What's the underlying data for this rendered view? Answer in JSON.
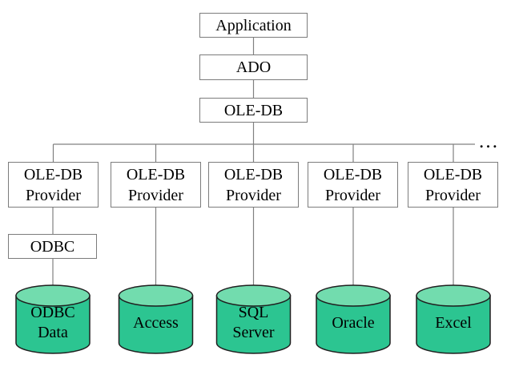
{
  "diagram": {
    "title_semantics": "ADO / OLE-DB data access architecture diagram",
    "ellipsis": "…",
    "colors": {
      "background": "#ffffff",
      "box_border": "#7c7c7c",
      "connector": "#808080",
      "cylinder_body": "#2cc591",
      "cylinder_top": "#72dcae",
      "cylinder_outline": "#1f1f1f",
      "text": "#000000"
    },
    "top_stack": [
      {
        "label": "Application"
      },
      {
        "label": "ADO"
      },
      {
        "label": "OLE-DB"
      }
    ],
    "providers": [
      {
        "line1": "OLE-DB",
        "line2": "Provider"
      },
      {
        "line1": "OLE-DB",
        "line2": "Provider"
      },
      {
        "line1": "OLE-DB",
        "line2": "Provider"
      },
      {
        "line1": "OLE-DB",
        "line2": "Provider"
      },
      {
        "line1": "OLE-DB",
        "line2": "Provider"
      }
    ],
    "odbc": {
      "label": "ODBC"
    },
    "datastores": [
      {
        "line1": "ODBC",
        "line2": "Data"
      },
      {
        "line1": "Access"
      },
      {
        "line1": "SQL",
        "line2": "Server"
      },
      {
        "line1": "Oracle"
      },
      {
        "line1": "Excel"
      }
    ]
  }
}
